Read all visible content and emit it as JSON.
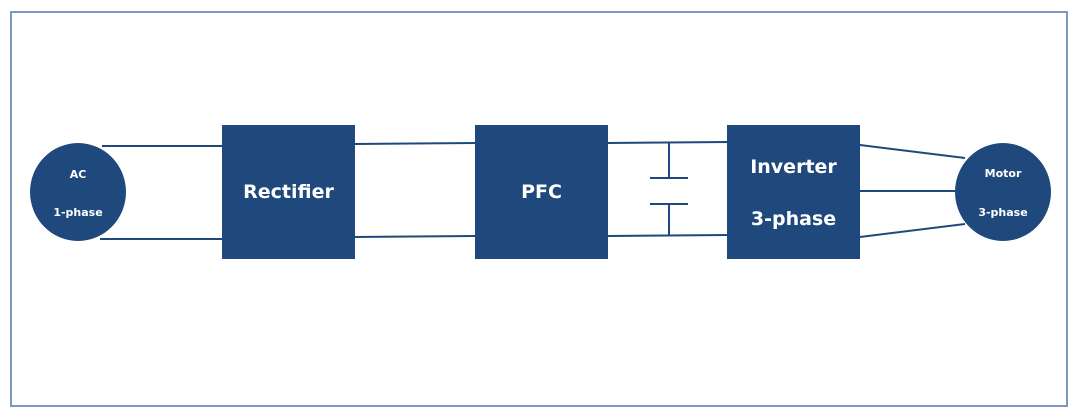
{
  "colors": {
    "block_fill": "#1f497d",
    "wire": "#1f497d",
    "frame_border": "#7f97be",
    "background": "#ffffff"
  },
  "source": {
    "line1": "AC",
    "line2": "1-phase"
  },
  "rectifier": {
    "label": "Rectifier"
  },
  "pfc": {
    "label": "PFC"
  },
  "inverter": {
    "line1": "Inverter",
    "line2": "3-phase"
  },
  "motor": {
    "line1": "Motor",
    "line2": "3-phase"
  }
}
